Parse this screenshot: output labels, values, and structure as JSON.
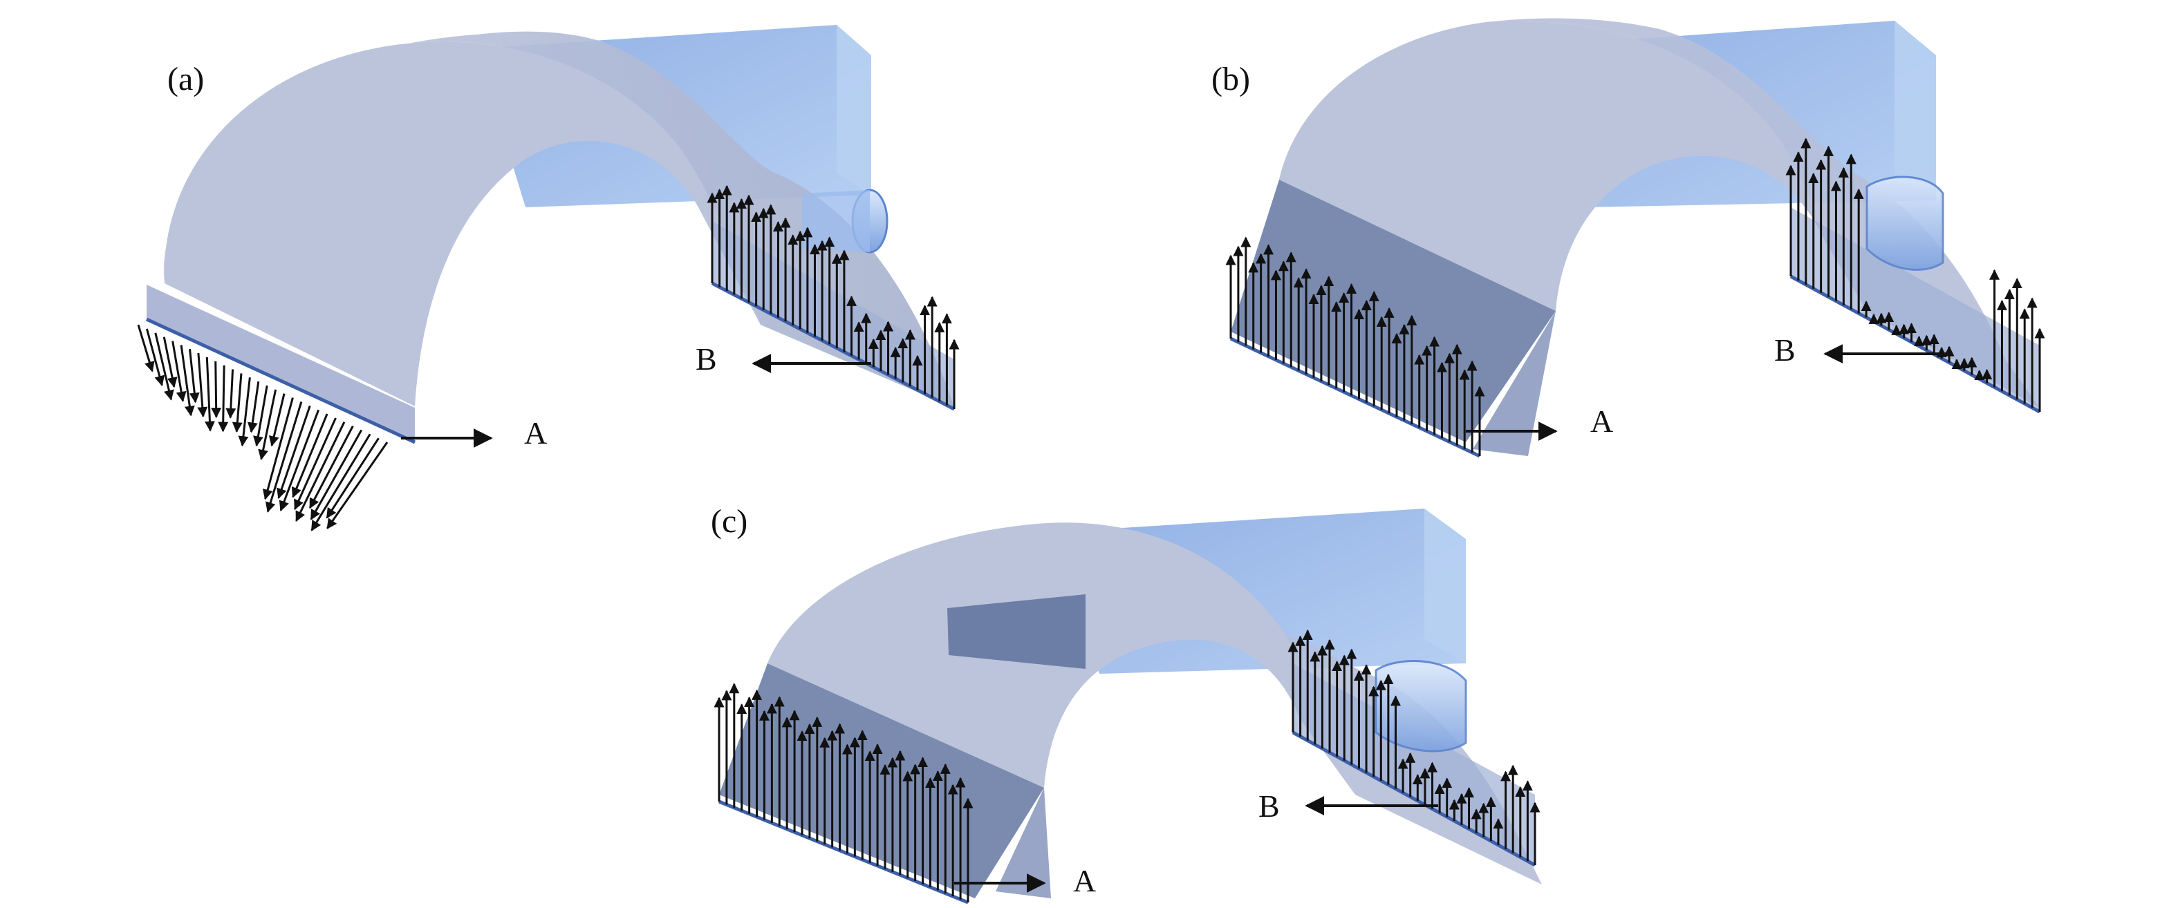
{
  "panels": [
    {
      "label": "(a)",
      "outlet_a": "A",
      "outlet_b": "B",
      "vectors_a_mode": "outward",
      "vectors_b_mode": "up"
    },
    {
      "label": "(b)",
      "outlet_a": "A",
      "outlet_b": "B",
      "vectors_a_mode": "up",
      "vectors_b_mode": "up",
      "baffle": "inlet-wall"
    },
    {
      "label": "(c)",
      "outlet_a": "A",
      "outlet_b": "B",
      "vectors_a_mode": "up",
      "vectors_b_mode": "up",
      "baffle": "inlet-wall-and-window"
    }
  ],
  "colors": {
    "shell": "#b9c2db",
    "shell_edge": "#8f9bbd",
    "duct": "#8fb1e6",
    "duct_dark": "#6f95d6",
    "baffle": "#6c7ea6",
    "vector": "#111111",
    "outlet_line": "#3d5fa8"
  }
}
